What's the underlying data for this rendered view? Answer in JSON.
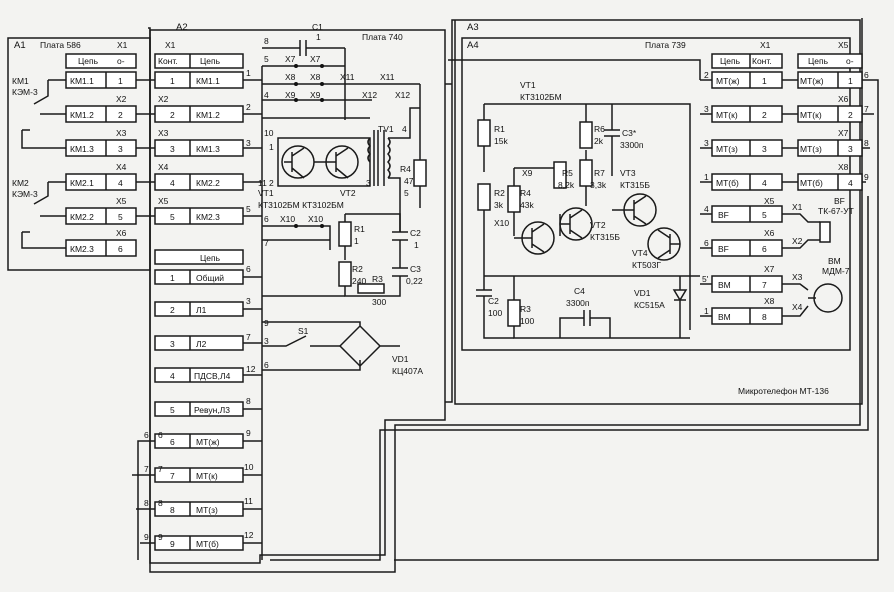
{
  "blocks": {
    "a1": "A1",
    "a1_board": "Плата 586",
    "a2": "A2",
    "a2_board": "Плата 740",
    "a3": "A3",
    "a4": "A4",
    "a4_board": "Плата 739",
    "handset": "Микротелефон МТ-136"
  },
  "a1": {
    "x1": "X1",
    "col_circuit": "Цепь",
    "col_out": "o-",
    "rows": [
      {
        "circuit": "КМ1.1",
        "pin": "1"
      },
      {
        "circuit": "КМ1.2",
        "pin": "2"
      },
      {
        "circuit": "КМ1.3",
        "pin": "3"
      },
      {
        "circuit": "КМ2.1",
        "pin": "4"
      },
      {
        "circuit": "КМ2.2",
        "pin": "5"
      },
      {
        "circuit": "КМ2.3",
        "pin": "6"
      }
    ],
    "km1": "КМ1",
    "km1_type": "КЭМ-3",
    "km2": "КМ2",
    "km2_type": "КЭМ-3",
    "x": [
      "X2",
      "X3",
      "X4",
      "X5",
      "X6"
    ]
  },
  "a2": {
    "x1": "X1",
    "col_contact": "Конт.",
    "col_circuit": "Цепь",
    "top_rows": [
      {
        "pin": "1",
        "circuit": "КМ1.1",
        "out": "1"
      },
      {
        "pin": "2",
        "circuit": "КМ1.2",
        "out": "2"
      },
      {
        "pin": "3",
        "circuit": "КМ1.3",
        "out": "3"
      },
      {
        "pin": "4",
        "circuit": "КМ2.2",
        "out": "11"
      },
      {
        "pin": "5",
        "circuit": "КМ2.3",
        "out": "5"
      }
    ],
    "x_left": [
      "X2",
      "X3",
      "X4",
      "X5"
    ],
    "bottom_header": "Цепь",
    "bottom_rows": [
      {
        "pin": "1",
        "circuit": "Общий",
        "out": "6"
      },
      {
        "pin": "2",
        "circuit": "Л1",
        "out": "3"
      },
      {
        "pin": "3",
        "circuit": "Л2",
        "out": "7"
      },
      {
        "pin": "4",
        "circuit": "ПДСВ,Л4",
        "out": "12"
      },
      {
        "pin": "5",
        "circuit": "Ревун,Л3",
        "out": "8"
      },
      {
        "pin": "6",
        "circuit": "МТ(ж)",
        "out": "9"
      },
      {
        "pin": "7",
        "circuit": "МТ(к)",
        "out": "10"
      },
      {
        "pin": "8",
        "circuit": "МТ(з)",
        "out": "11"
      },
      {
        "pin": "9",
        "circuit": "МТ(б)",
        "out": "12"
      }
    ],
    "left_side": [
      "6",
      "7",
      "8",
      "9"
    ],
    "left_side_b": [
      "6",
      "7",
      "8",
      "9"
    ],
    "c1": "C1",
    "c1_val": "1",
    "x7": "X7",
    "x8": "X8",
    "x9": "X9",
    "x11": "X11",
    "x12": "X12",
    "x10": "X10",
    "tv1": "TV1",
    "r4": "R4",
    "r4_val": "47",
    "vt1": "VT1",
    "vt2": "VT2",
    "vt_types": "КТ3102БМ КТ3102БМ",
    "r1": "R1",
    "r1_val": "1",
    "r2": "R2",
    "r2_val": "240",
    "r3": "R3",
    "r3_val": "300",
    "c2": "C2",
    "c2_val": "1",
    "c3": "C3",
    "c3_val": "0,22",
    "s1": "S1",
    "vd1": "VD1",
    "vd1_type": "КЦ407А",
    "nums": [
      "8",
      "5",
      "4",
      "10",
      "1",
      "2",
      "3",
      "6",
      "7",
      "9",
      "5",
      "6",
      "2",
      "3",
      "4"
    ]
  },
  "a4": {
    "x1": "X1",
    "col_circuit": "Цепь",
    "col_contact": "Конт.",
    "rows": [
      {
        "circuit": "МТ(ж)",
        "pin": "1",
        "side": "2"
      },
      {
        "circuit": "МТ(к)",
        "pin": "2",
        "side": "3"
      },
      {
        "circuit": "МТ(з)",
        "pin": "3",
        "side": "3"
      },
      {
        "circuit": "МТ(б)",
        "pin": "4",
        "side": "1"
      },
      {
        "circuit": "BF",
        "pin": "5",
        "side": "4"
      },
      {
        "circuit": "BF",
        "pin": "6",
        "side": "6"
      },
      {
        "circuit": "ВМ",
        "pin": "7",
        "side": "5'"
      },
      {
        "circuit": "ВМ",
        "pin": "8",
        "side": "1"
      }
    ],
    "vt1": "VT1",
    "vt1_type": "КТ3102БМ",
    "r1": "R1",
    "r1_val": "15k",
    "r2": "R2",
    "r2_val": "3k",
    "r4": "R4",
    "r4_val": "43k",
    "r5": "R5",
    "r5_val": "8,2k",
    "r6": "R6",
    "r6_val": "2k",
    "r7": "R7",
    "r7_val": "3,3k",
    "r3": "R3",
    "r3_val": "100",
    "c2": "C2",
    "c2_val": "100",
    "c3": "C3*",
    "c3_val": "3300п",
    "c4": "C4",
    "c4_val": "3300п",
    "vt2": "VT2",
    "vt2_type": "КТ315Б",
    "vt3": "VT3",
    "vt3_type": "КТ315Б",
    "vt4": "VT4",
    "vt4_type": "КТ503Г",
    "vd1": "VD1",
    "vd1_type": "КС515А",
    "x9": "X9",
    "x10": "X10"
  },
  "x5block": {
    "x5": "X5",
    "col_circuit": "Цепь",
    "col_out": "o-",
    "rows": [
      {
        "circuit": "МТ(ж)",
        "pin": "1",
        "right": "6"
      },
      {
        "circuit": "МТ(к)",
        "pin": "2",
        "right": "7"
      },
      {
        "circuit": "МТ(з)",
        "pin": "3",
        "right": "8"
      },
      {
        "circuit": "МТ(б)",
        "pin": "4",
        "right": "9"
      }
    ],
    "x": [
      "X6",
      "X7",
      "X8"
    ]
  },
  "transducers": {
    "bf": "BF",
    "bf_type": "ТК-67-УТ",
    "bm": "ВМ",
    "bm_type": "МДМ-7",
    "x1": "X1",
    "x2": "X2",
    "x3": "X3",
    "x4": "X4",
    "x5": "X5",
    "x6": "X6",
    "x7": "X7",
    "x8": "X8"
  }
}
